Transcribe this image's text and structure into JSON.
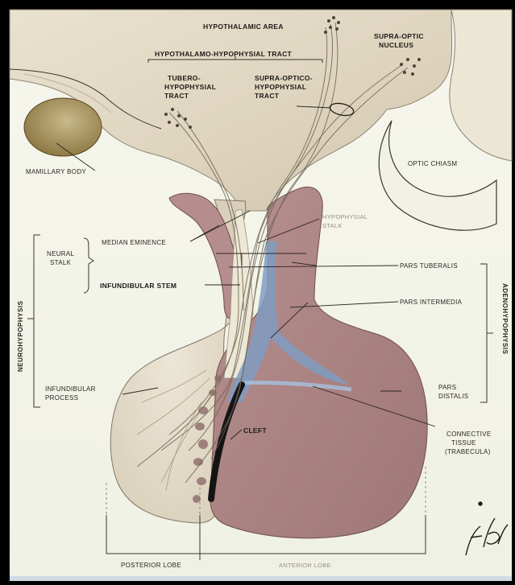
{
  "diagram": {
    "labels": {
      "hypothalamic_area": "HYPOTHALAMIC AREA",
      "hypothalamo_hypophysial_tract": "HYPOTHALAMO-HYPOPHYSIAL TRACT",
      "tubero_hypophysial_1": "TUBERO-",
      "tubero_hypophysial_2": "HYPOPHYSIAL",
      "tubero_hypophysial_3": "TRACT",
      "supra_optico_1": "SUPRA-OPTICO-",
      "supra_optico_2": "HYPOPHYSIAL",
      "supra_optico_3": "TRACT",
      "supra_optic_nucleus_1": "SUPRA-OPTIC",
      "supra_optic_nucleus_2": "NUCLEUS",
      "mamillary_body": "MAMILLARY BODY",
      "optic_chiasm": "OPTIC CHIASM",
      "median_eminence": "MEDIAN EMINENCE",
      "hypophysial_stalk_1": "HYPOPHYSIAL",
      "hypophysial_stalk_2": "STALK",
      "neural_stalk_1": "NEURAL",
      "neural_stalk_2": "STALK",
      "infundibular_stem": "INFUNDIBULAR STEM",
      "pars_tuberalis": "PARS TUBERALIS",
      "pars_intermedia": "PARS INTERMEDIA",
      "neurohypophysis": "NEUROHYPOPHYSIS",
      "adenohypophysis": "ADENOHYPOPHYSIS",
      "infundibular_process_1": "INFUNDIBULAR",
      "infundibular_process_2": "PROCESS",
      "pars_distalis_1": "PARS",
      "pars_distalis_2": "DISTALIS",
      "connective_tissue_1": "CONNECTIVE",
      "connective_tissue_2": "TISSUE",
      "connective_tissue_3": "(TRABECULA)",
      "cleft": "CLEFT",
      "posterior_lobe": "POSTERIOR LOBE",
      "anterior_lobe": "ANTERIOR LOBE"
    }
  }
}
